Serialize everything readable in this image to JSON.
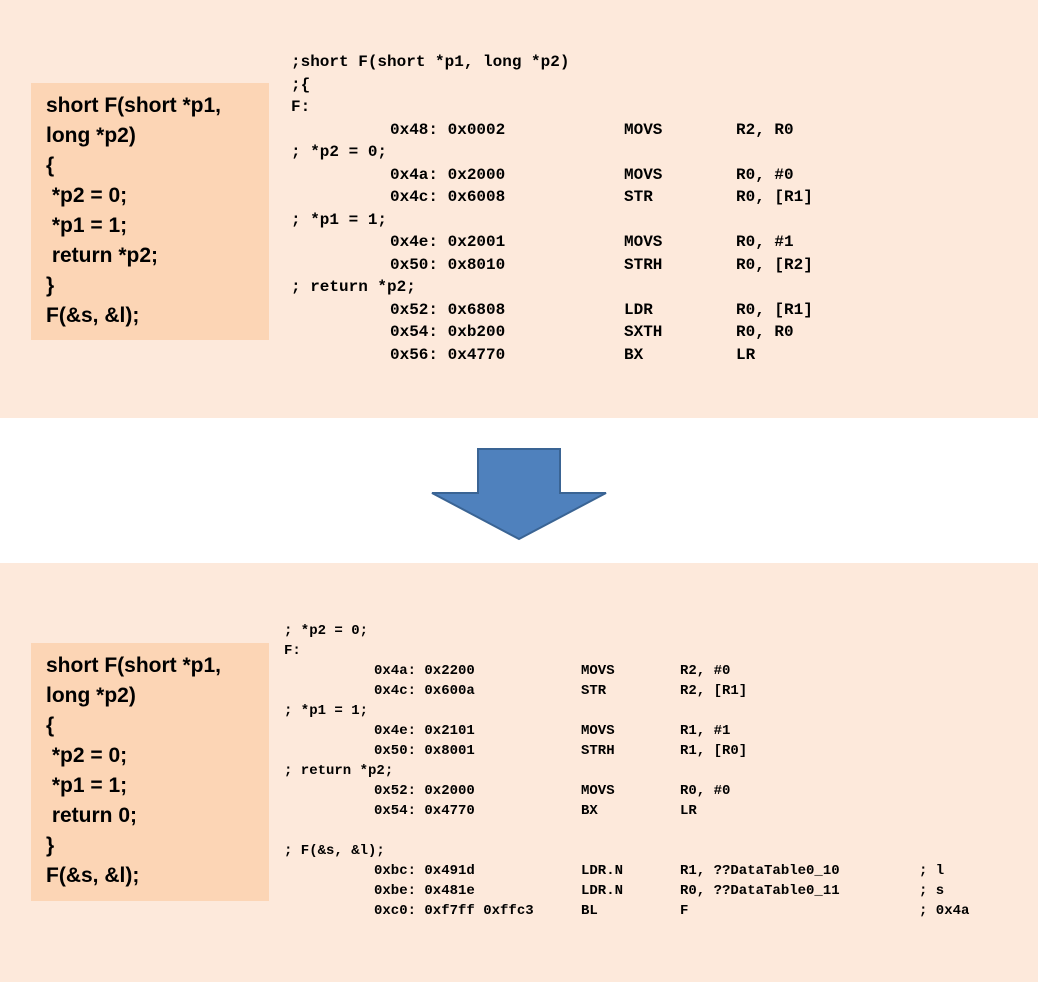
{
  "top": {
    "source": [
      "short F(short *p1,",
      "long *p2)",
      "{",
      " *p2 = 0;",
      " *p1 = 1;",
      " return *p2;",
      "}",
      "F(&s, &l);"
    ],
    "asm": [
      {
        "label": ";short F(short *p1, long *p2)"
      },
      {
        "label": ";{"
      },
      {
        "label": "F:"
      },
      {
        "addr": "0x48: 0x0002",
        "op": "MOVS",
        "args": "R2, R0"
      },
      {
        "label": "; *p2 = 0;"
      },
      {
        "addr": "0x4a: 0x2000",
        "op": "MOVS",
        "args": "R0, #0"
      },
      {
        "addr": "0x4c: 0x6008",
        "op": "STR",
        "args": "R0, [R1]"
      },
      {
        "label": "; *p1 = 1;"
      },
      {
        "addr": "0x4e: 0x2001",
        "op": "MOVS",
        "args": "R0, #1"
      },
      {
        "addr": "0x50: 0x8010",
        "op": "STRH",
        "args": "R0, [R2]"
      },
      {
        "label": "; return *p2;"
      },
      {
        "addr": "0x52: 0x6808",
        "op": "LDR",
        "args": "R0, [R1]"
      },
      {
        "addr": "0x54: 0xb200",
        "op": "SXTH",
        "args": "R0, R0"
      },
      {
        "addr": "0x56: 0x4770",
        "op": "BX",
        "args": "LR"
      }
    ]
  },
  "bottom": {
    "source": [
      "short F(short *p1,",
      "long *p2)",
      "{",
      " *p2 = 0;",
      " *p1 = 1;",
      " return 0;",
      "}",
      "F(&s, &l);"
    ],
    "asm": [
      {
        "label": "; *p2 = 0;"
      },
      {
        "label": "F:"
      },
      {
        "addr": "0x4a: 0x2200",
        "op": "MOVS",
        "args": "R2, #0"
      },
      {
        "addr": "0x4c: 0x600a",
        "op": "STR",
        "args": "R2, [R1]"
      },
      {
        "label": "; *p1 = 1;"
      },
      {
        "addr": "0x4e: 0x2101",
        "op": "MOVS",
        "args": "R1, #1"
      },
      {
        "addr": "0x50: 0x8001",
        "op": "STRH",
        "args": "R1, [R0]"
      },
      {
        "label": "; return *p2;"
      },
      {
        "addr": "0x52: 0x2000",
        "op": "MOVS",
        "args": "R0, #0"
      },
      {
        "addr": "0x54: 0x4770",
        "op": "BX",
        "args": "LR"
      },
      {
        "label": ""
      },
      {
        "label": "; F(&s, &l);"
      },
      {
        "addr": "0xbc: 0x491d",
        "op": "LDR.N",
        "args": "R1, ??DataTable0_10",
        "comment": "; l"
      },
      {
        "addr": "0xbe: 0x481e",
        "op": "LDR.N",
        "args": "R0, ??DataTable0_11",
        "comment": "; s"
      },
      {
        "addr": "0xc0: 0xf7ff 0xffc3",
        "op": "BL",
        "args": "F",
        "comment": "; 0x4a"
      }
    ]
  },
  "arrow": {
    "color": "#4f81bd",
    "stroke": "#3a6494",
    "icon": "down-arrow-icon"
  }
}
